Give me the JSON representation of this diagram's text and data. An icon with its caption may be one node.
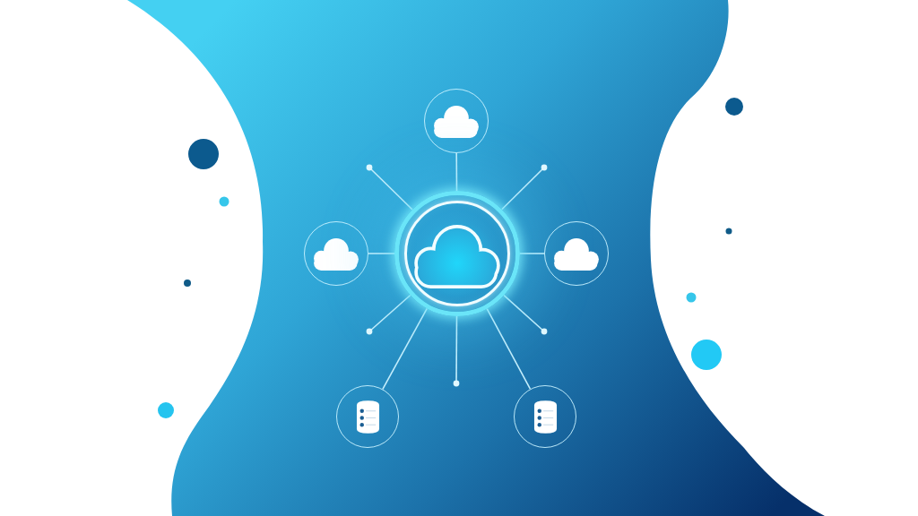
{
  "diagram": {
    "nodes": [
      {
        "text": [],
        "shape": "cloud"
      },
      {
        "text": [],
        "shape": "cloud"
      },
      {
        "text": [],
        "shape": "cloud"
      },
      {
        "text": [],
        "shape": "cloud"
      },
      {
        "text": [],
        "shape": "cylinder"
      },
      {
        "text": [],
        "shape": "cylinder"
      }
    ],
    "edges": [
      {
        "from": 2,
        "to": 0,
        "arrow": "none"
      },
      {
        "from": 2,
        "to": 1,
        "arrow": "none"
      },
      {
        "from": 2,
        "to": 3,
        "arrow": "none"
      },
      {
        "from": 2,
        "to": 4,
        "arrow": "none"
      },
      {
        "from": 2,
        "to": 5,
        "arrow": "none"
      },
      {
        "from": 2,
        "to": null,
        "arrow": "other"
      },
      {
        "from": 2,
        "to": null,
        "arrow": "other"
      },
      {
        "from": 2,
        "to": null,
        "arrow": "other"
      },
      {
        "from": 2,
        "to": null,
        "arrow": "other"
      },
      {
        "from": 2,
        "to": null,
        "arrow": "other"
      }
    ]
  }
}
